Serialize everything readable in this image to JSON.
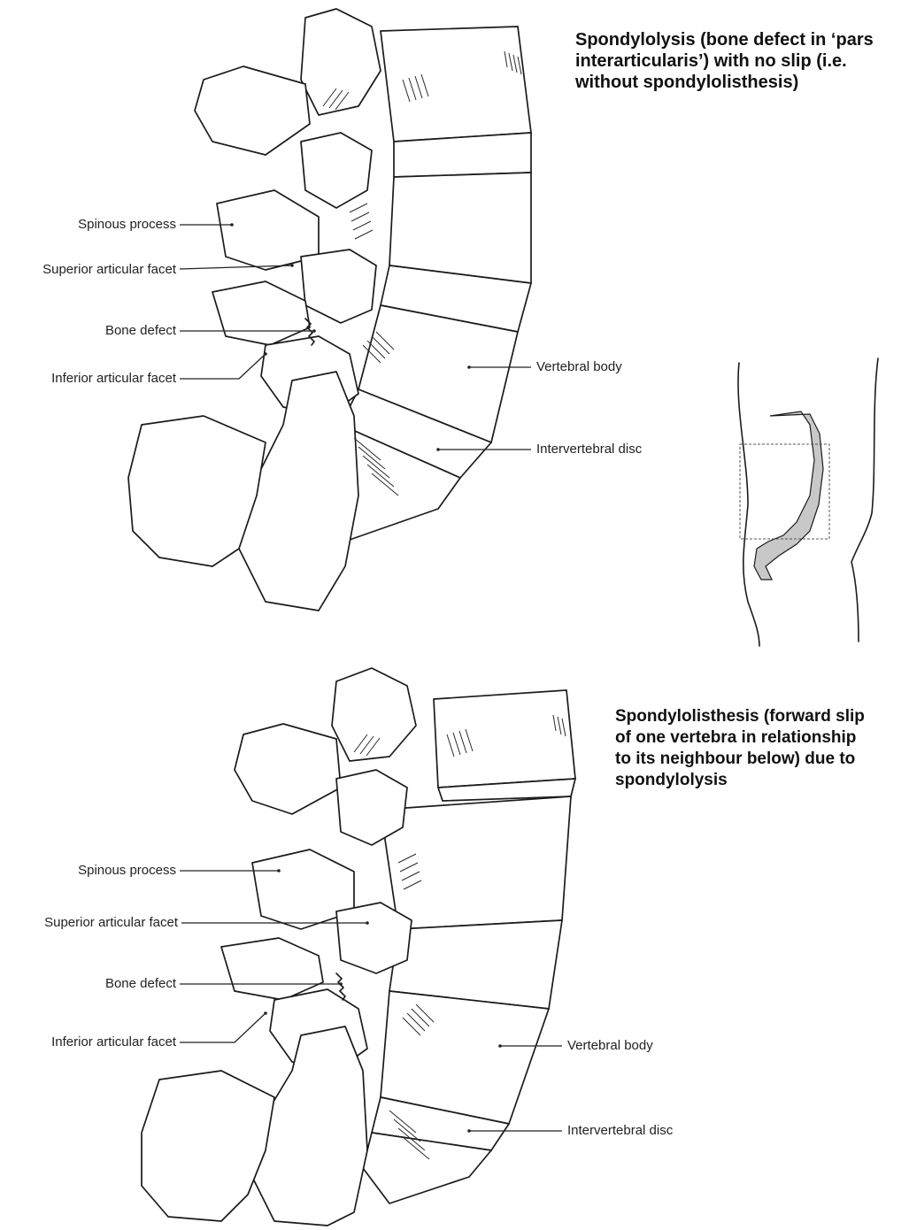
{
  "top_panel": {
    "title_lines": [
      "Spondylolysis (bone defect in ‘pars",
      "interarticularis’) with no slip (i.e.",
      "without spondylolisthesis)"
    ],
    "labels": {
      "spinous_process": "Spinous process",
      "superior_articular_facet": "Superior articular facet",
      "bone_defect": "Bone defect",
      "inferior_articular_facet": "Inferior articular facet",
      "vertebral_body": "Vertebral body",
      "intervertebral_disc": "Intervertebral disc"
    }
  },
  "bottom_panel": {
    "title_lines": [
      "Spondylolisthesis (forward slip",
      "of one vertebra in relationship",
      "to its neighbour below) due to",
      "spondylolysis"
    ],
    "labels": {
      "spinous_process": "Spinous process",
      "superior_articular_facet": "Superior articular facet",
      "bone_defect": "Bone defect",
      "inferior_articular_facet": "Inferior articular facet",
      "vertebral_body": "Vertebral body",
      "intervertebral_disc": "Intervertebral disc"
    }
  },
  "colors": {
    "line": "#1b1b1b",
    "spine_fill": "#c8c8c8",
    "background": "#ffffff"
  }
}
